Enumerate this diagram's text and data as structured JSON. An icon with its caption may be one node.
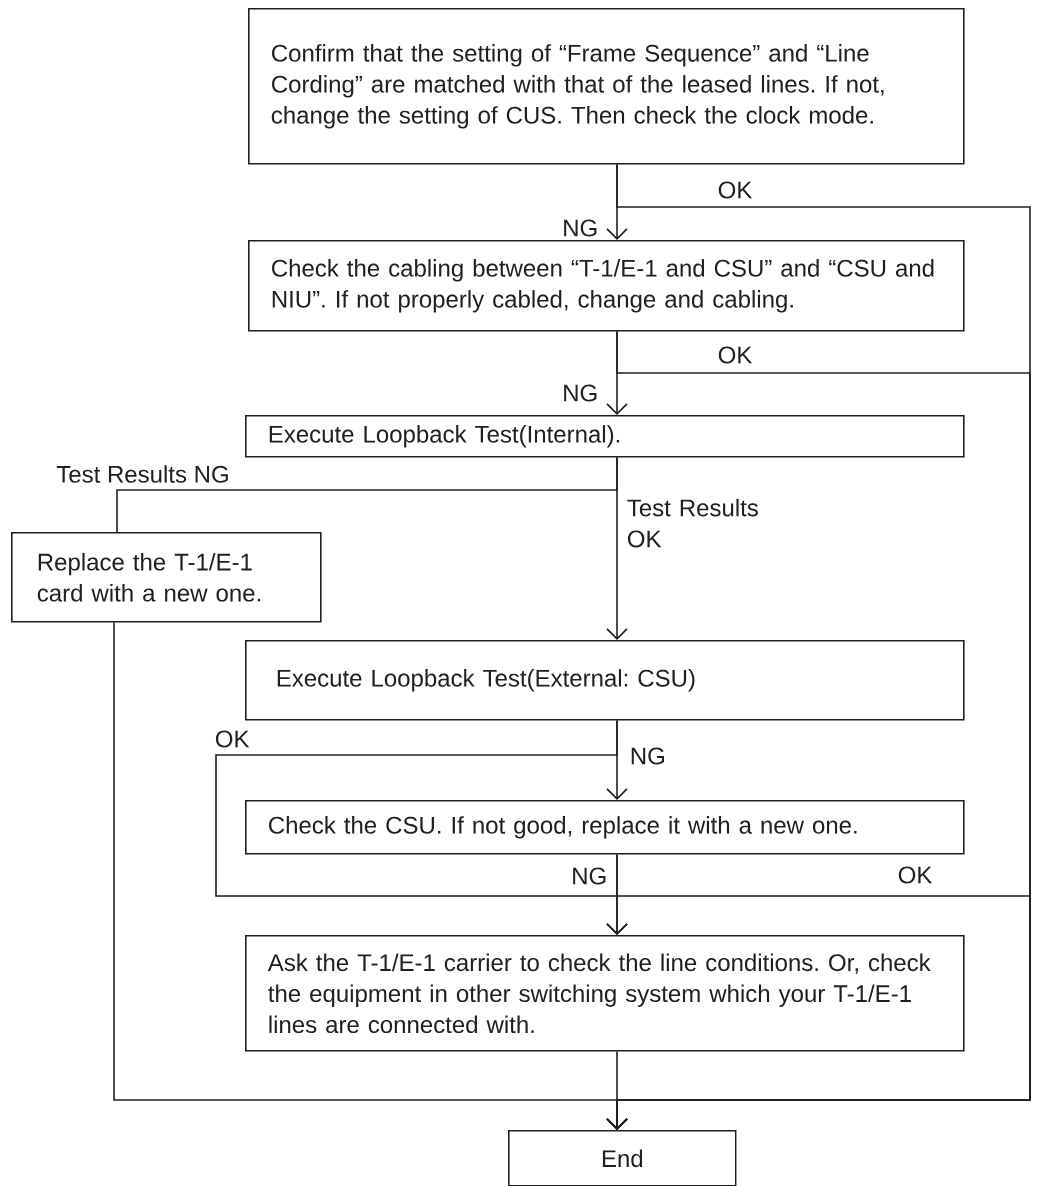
{
  "diagram": {
    "nodes": [
      {
        "text": [
          "Confirm that the setting of “Frame Sequence” and “Line Cording” are matched with that of the leased lines. If not, change the setting of CUS. Then check the clock mode."
        ]
      },
      {
        "text": [
          "Check the cabling between “T-1/E-1 and CSU” and “CSU and NIU”. If not properly cabled, change and cabling."
        ]
      },
      {
        "text": [
          "Execute Loopback Test(Internal)."
        ]
      },
      {
        "text": [
          "Replace the T-1/E-1 card with a new one."
        ]
      },
      {
        "text": [
          "Execute Loopback Test(External: CSU)"
        ]
      },
      {
        "text": [
          "Check the CSU. If not good, replace it with a new one."
        ]
      },
      {
        "text": [
          "Ask the T-1/E-1 carrier to check the line conditions. Or, check the equipment in other switching system which your T-1/E-1 lines are connected with."
        ]
      },
      {
        "text": [
          "End"
        ]
      }
    ],
    "edges": [
      {
        "from": 0,
        "to": 1,
        "arrow": "to",
        "label": "NG"
      },
      {
        "from": 0,
        "to": 7,
        "arrow": "to",
        "label": "OK"
      },
      {
        "from": 1,
        "to": 2,
        "arrow": "to",
        "label": "NG"
      },
      {
        "from": 1,
        "to": 7,
        "arrow": "to",
        "label": "OK"
      },
      {
        "from": 2,
        "to": 3,
        "arrow": "none",
        "label": "Test Results NG"
      },
      {
        "from": 2,
        "to": 4,
        "arrow": "to",
        "label": "Test Results OK"
      },
      {
        "from": 3,
        "to": 7,
        "arrow": "to"
      },
      {
        "from": 4,
        "to": 5,
        "arrow": "to",
        "label": "NG"
      },
      {
        "from": 4,
        "to": 6,
        "arrow": "to",
        "label": "OK"
      },
      {
        "from": 5,
        "to": 6,
        "arrow": "to",
        "label": "NG"
      },
      {
        "from": 5,
        "to": 7,
        "arrow": "to",
        "label": "OK"
      },
      {
        "from": 6,
        "to": 7,
        "arrow": "to"
      }
    ]
  }
}
